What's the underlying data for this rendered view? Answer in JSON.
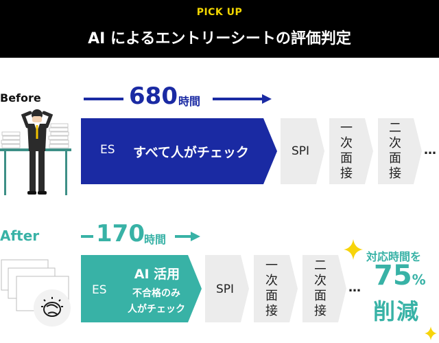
{
  "header": {
    "kicker": "PICK UP",
    "title": "AI によるエントリーシートの評価判定"
  },
  "before": {
    "label": "Before",
    "time_number": "680",
    "time_unit": "時間",
    "es_prefix": "ES",
    "es_text": "すべて人がチェック",
    "stages": [
      "SPI",
      "一次面接",
      "二次面接"
    ],
    "ellipsis": "…"
  },
  "after": {
    "label": "After",
    "time_number": "170",
    "time_unit": "時間",
    "es_prefix": "ES",
    "es_title": "AI 活用",
    "es_sub1": "不合格のみ",
    "es_sub2": "人がチェック",
    "stages": [
      "SPI",
      "一次面接",
      "二次面接"
    ],
    "ellipsis": "…"
  },
  "result": {
    "line1": "対応時間を",
    "percent": "75",
    "percent_sign": "%",
    "line3": "削減"
  },
  "colors": {
    "navy": "#1a2aa3",
    "teal": "#38b2a6",
    "stage_gray": "#ececec",
    "sparkle": "#f7d40b"
  },
  "icons": {
    "before_illustration": "stressed-office-worker-illustration",
    "after_illustration": "document-stack-ai-brain-illustration",
    "sparkle": "sparkle-icon"
  }
}
